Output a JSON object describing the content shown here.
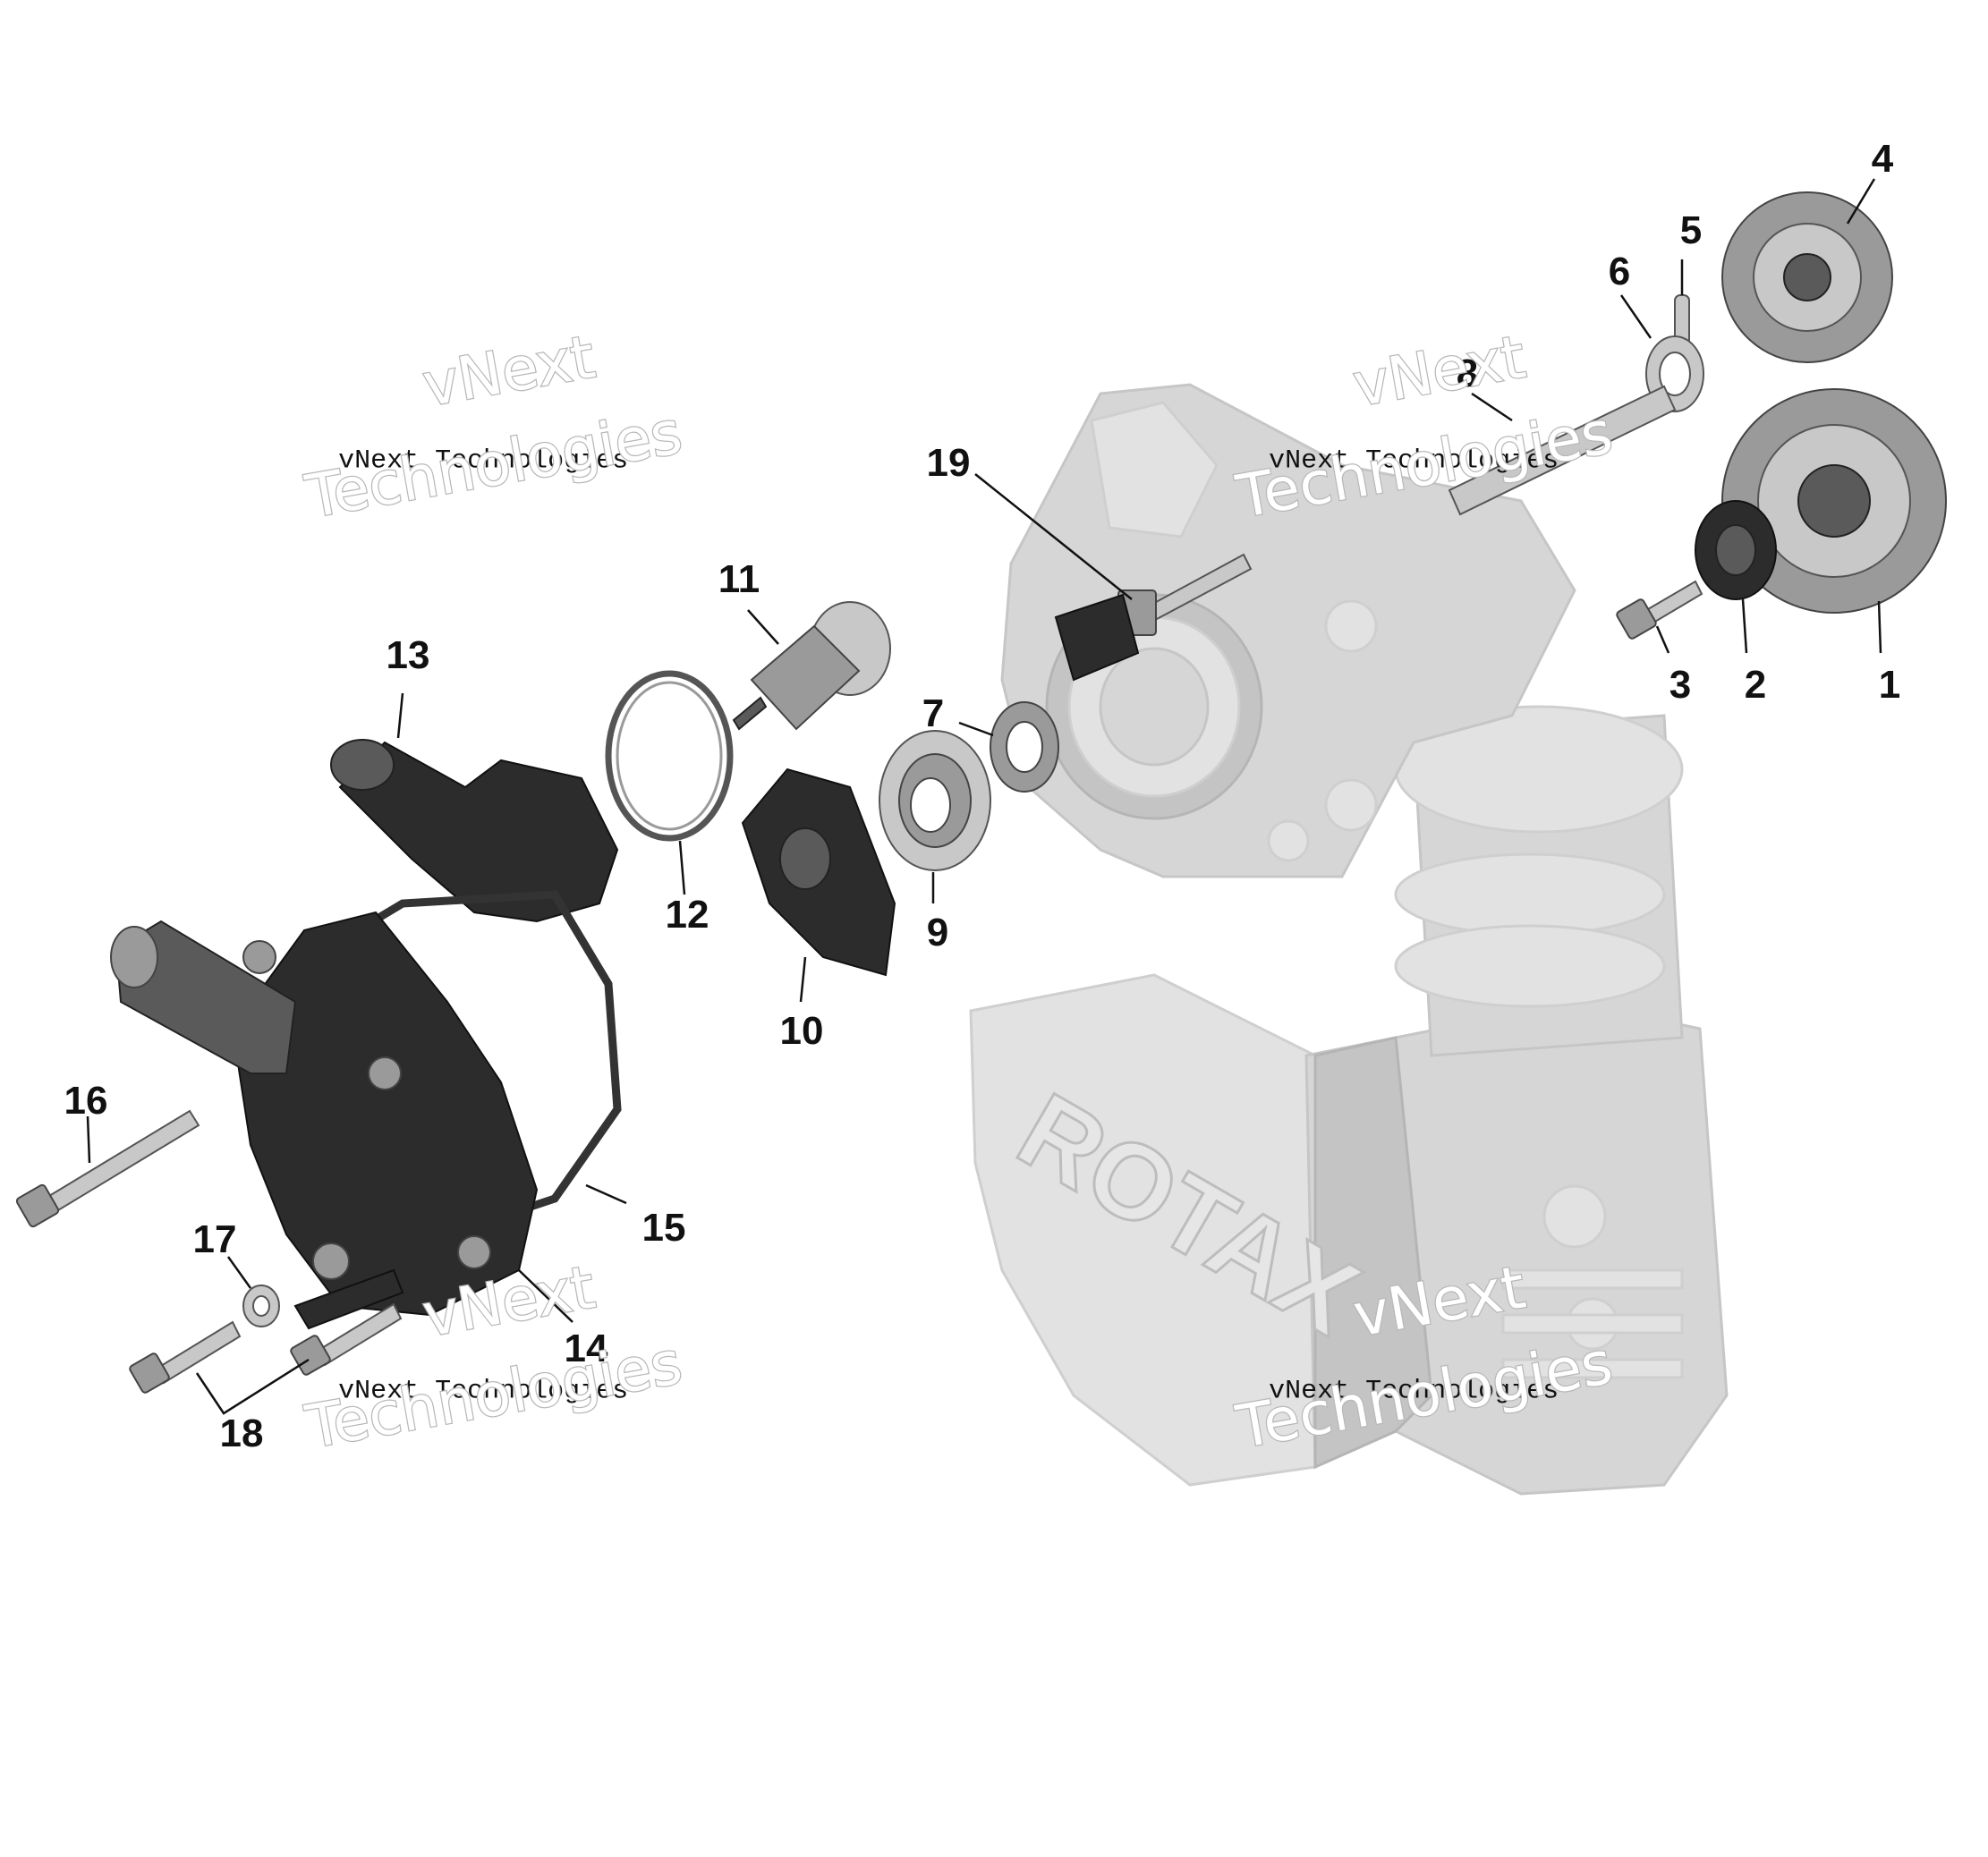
{
  "diagram": {
    "callouts": [
      {
        "id": "1",
        "label": "1"
      },
      {
        "id": "2",
        "label": "2"
      },
      {
        "id": "3",
        "label": "3"
      },
      {
        "id": "4",
        "label": "4"
      },
      {
        "id": "5",
        "label": "5"
      },
      {
        "id": "6",
        "label": "6"
      },
      {
        "id": "7",
        "label": "7"
      },
      {
        "id": "8",
        "label": "8"
      },
      {
        "id": "9",
        "label": "9"
      },
      {
        "id": "10",
        "label": "10"
      },
      {
        "id": "11",
        "label": "11"
      },
      {
        "id": "12",
        "label": "12"
      },
      {
        "id": "13",
        "label": "13"
      },
      {
        "id": "14",
        "label": "14"
      },
      {
        "id": "15",
        "label": "15"
      },
      {
        "id": "16",
        "label": "16"
      },
      {
        "id": "17",
        "label": "17"
      },
      {
        "id": "18",
        "label": "18"
      },
      {
        "id": "19",
        "label": "19"
      }
    ],
    "watermark": {
      "line_small": "vNext Technologies",
      "line_big_1": "vNext",
      "line_big_2": "Technologies"
    },
    "cover_brand": "ROTAX"
  }
}
